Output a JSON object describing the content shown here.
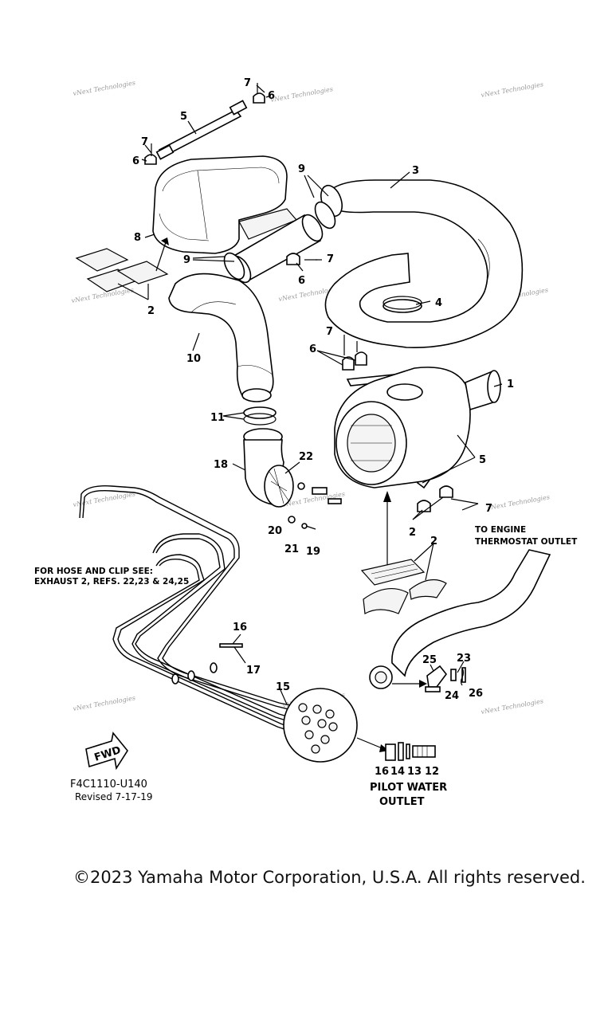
{
  "watermark": "vNext Technologies",
  "part_numbers": [
    "1",
    "2",
    "2",
    "2",
    "3",
    "4",
    "5",
    "5",
    "6",
    "6",
    "6",
    "6",
    "7",
    "7",
    "7",
    "7",
    "7",
    "8",
    "9",
    "9",
    "10",
    "11",
    "12",
    "13",
    "14",
    "15",
    "16",
    "16",
    "17",
    "18",
    "19",
    "20",
    "21",
    "22",
    "23",
    "24",
    "25",
    "26"
  ],
  "notes": {
    "thermostat_line1": "TO ENGINE",
    "thermostat_line2": "THERMOSTAT OUTLET",
    "hose_clip_line1": "FOR HOSE AND CLIP SEE:",
    "hose_clip_line2": "EXHAUST 2, REFS. 22,23 & 24,25",
    "pilot_line1": "PILOT WATER",
    "pilot_line2": "OUTLET",
    "fwd": "FWD"
  },
  "drawing": {
    "code": "F4C1110-U140",
    "revised": "Revised 7-17-19"
  },
  "copyright": "©2023 Yamaha Motor Corporation, U.S.A. All rights reserved."
}
